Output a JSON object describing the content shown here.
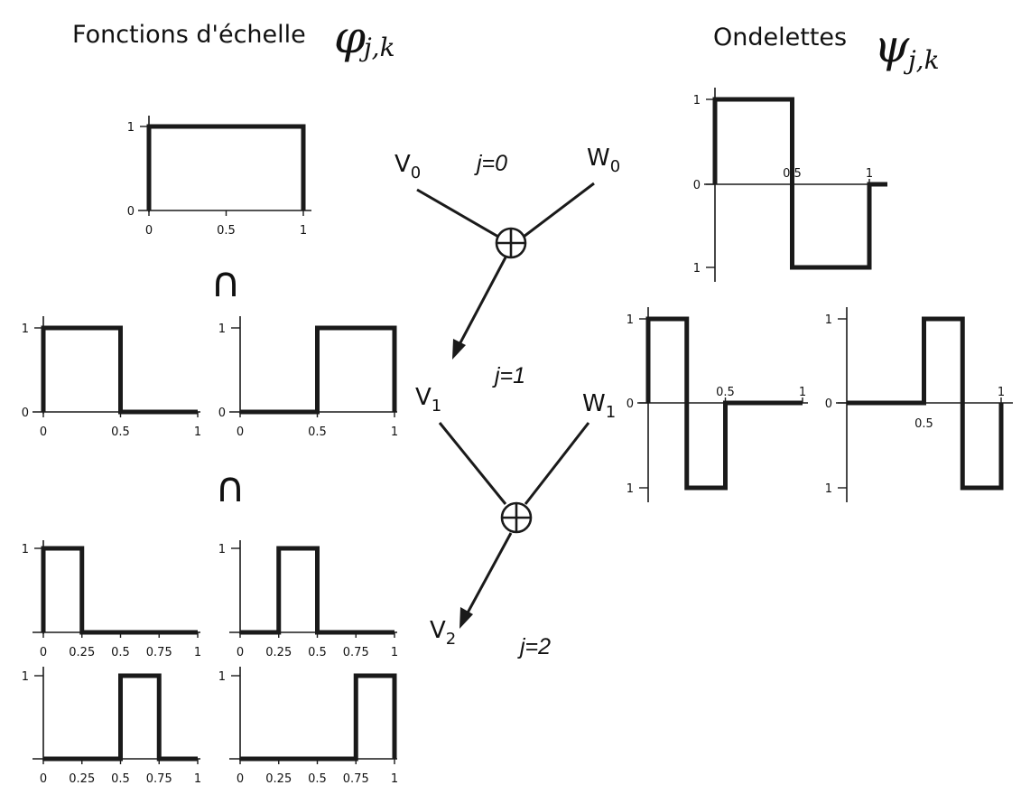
{
  "headers": {
    "scaling_title": "Fonctions d'échelle",
    "scaling_symbol": "φ",
    "scaling_subscript": "j,k",
    "wavelet_title": "Ondelettes",
    "wavelet_symbol": "ψ",
    "wavelet_subscript": "j,k"
  },
  "subset_symbol": "∩",
  "tree": {
    "spaces": [
      {
        "letter": "V",
        "sub": "0"
      },
      {
        "letter": "W",
        "sub": "0"
      },
      {
        "letter": "V",
        "sub": "1"
      },
      {
        "letter": "W",
        "sub": "1"
      },
      {
        "letter": "V",
        "sub": "2"
      }
    ],
    "levels": [
      "j=0",
      "j=1",
      "j=2"
    ],
    "operator": "⊕"
  },
  "scaling_plots": [
    {
      "level": 0,
      "y_ticks": [
        "1",
        "0"
      ],
      "x_ticks": [
        "0",
        "0.5",
        "1"
      ],
      "x_tick_values": [
        0,
        0.5,
        1
      ],
      "pulse": [
        0,
        1
      ]
    },
    {
      "level": 1,
      "y_ticks": [
        "1",
        "0"
      ],
      "x_ticks": [
        "0",
        "0.5",
        "1"
      ],
      "x_tick_values": [
        0,
        0.5,
        1
      ],
      "pulse": [
        0,
        0.5
      ]
    },
    {
      "level": 1,
      "y_ticks": [
        "1",
        "0"
      ],
      "x_ticks": [
        "0",
        "0.5",
        "1"
      ],
      "x_tick_values": [
        0,
        0.5,
        1
      ],
      "pulse": [
        0.5,
        1
      ]
    },
    {
      "level": 2,
      "y_ticks": [
        "1"
      ],
      "x_ticks": [
        "0",
        "0.25",
        "0.5",
        "0.75",
        "1"
      ],
      "x_tick_values": [
        0,
        0.25,
        0.5,
        0.75,
        1
      ],
      "pulse": [
        0,
        0.25
      ]
    },
    {
      "level": 2,
      "y_ticks": [
        "1"
      ],
      "x_ticks": [
        "0",
        "0.25",
        "0.5",
        "0.75",
        "1"
      ],
      "x_tick_values": [
        0,
        0.25,
        0.5,
        0.75,
        1
      ],
      "pulse": [
        0.25,
        0.5
      ]
    },
    {
      "level": 2,
      "y_ticks": [
        "1"
      ],
      "x_ticks": [
        "0",
        "0.25",
        "0.5",
        "0.75",
        "1"
      ],
      "x_tick_values": [
        0,
        0.25,
        0.5,
        0.75,
        1
      ],
      "pulse": [
        0.5,
        0.75
      ]
    },
    {
      "level": 2,
      "y_ticks": [
        "1"
      ],
      "x_ticks": [
        "0",
        "0.25",
        "0.5",
        "0.75",
        "1"
      ],
      "x_tick_values": [
        0,
        0.25,
        0.5,
        0.75,
        1
      ],
      "pulse": [
        0.75,
        1
      ]
    }
  ],
  "wavelet_plots": [
    {
      "level": 0,
      "y_ticks": [
        "1",
        "0",
        "1"
      ],
      "x_ticks": [
        "0.5",
        "1"
      ],
      "x_tick_values": [
        0.5,
        1
      ],
      "support": [
        0,
        1
      ]
    },
    {
      "level": 1,
      "y_ticks": [
        "1",
        "0",
        "1"
      ],
      "x_ticks": [
        "0.5",
        "1"
      ],
      "x_tick_values": [
        0.5,
        1
      ],
      "support": [
        0,
        0.5
      ]
    },
    {
      "level": 1,
      "y_ticks": [
        "1",
        "0",
        "1"
      ],
      "x_ticks": [
        "0.5",
        "1"
      ],
      "x_tick_values": [
        0.5,
        1
      ],
      "support": [
        0.5,
        1
      ]
    }
  ]
}
